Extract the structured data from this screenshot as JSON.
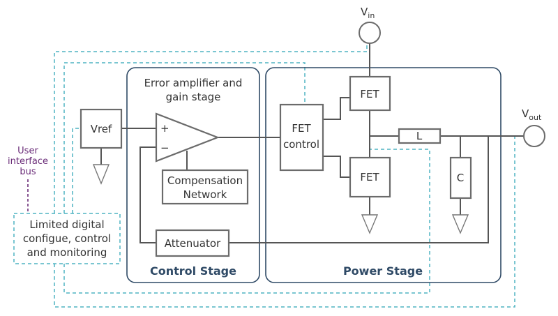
{
  "stages": {
    "control": {
      "title": "Control Stage",
      "header_line1": "Error amplifier and",
      "header_line2": "gain stage"
    },
    "power": {
      "title": "Power Stage"
    }
  },
  "blocks": {
    "vref": "Vref",
    "amp_plus": "+",
    "amp_minus": "−",
    "compensation_line1": "Compensation",
    "compensation_line2": "Network",
    "attenuator": "Attenuator",
    "fet_control_line1": "FET",
    "fet_control_line2": "control",
    "fet_top": "FET",
    "fet_bottom": "FET",
    "inductor": "L",
    "capacitor": "C"
  },
  "terminals": {
    "vin_main": "V",
    "vin_sub": "in",
    "vout_main": "V",
    "vout_sub": "out"
  },
  "digital": {
    "line1": "Limited digital",
    "line2": "configue, control",
    "line3": "and monitoring"
  },
  "user_bus": {
    "line1": "User",
    "line2": "interface",
    "line3": "bus"
  },
  "colors": {
    "stage_border": "#2f4a66",
    "dashed_link": "#4fb3c2",
    "user_bus": "#6a2c78",
    "block_border": "#6b6b6b"
  }
}
